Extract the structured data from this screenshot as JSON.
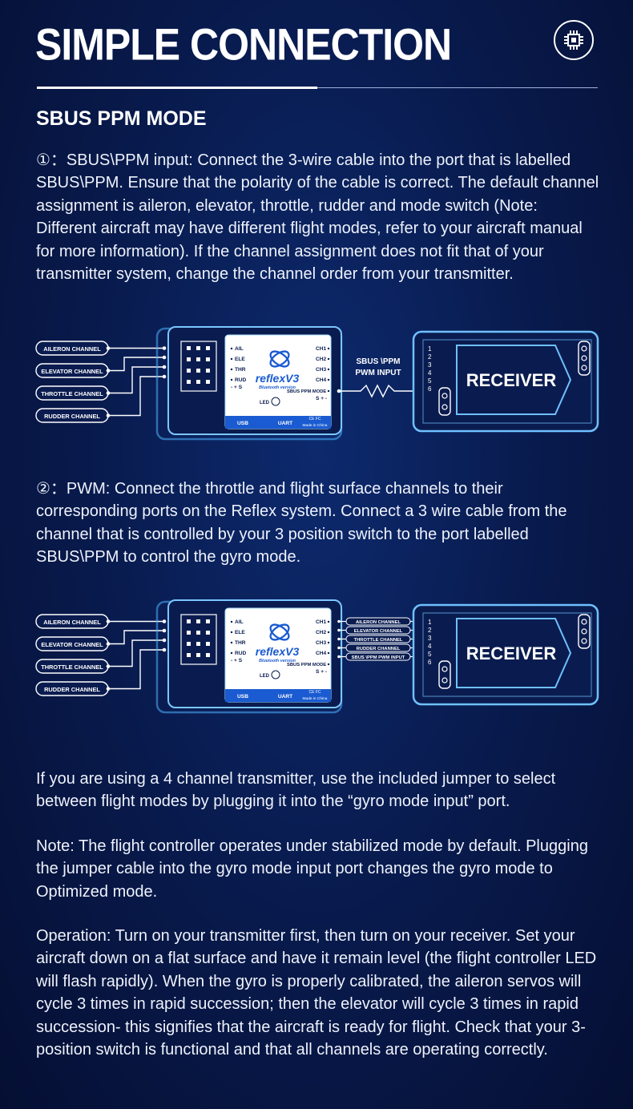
{
  "header": {
    "title": "SIMPLE CONNECTION",
    "badge_icon": "chip-icon"
  },
  "section": {
    "title": "SBUS PPM MODE"
  },
  "paragraphs": {
    "p1": "①：SBUS\\PPM input: Connect the 3-wire cable into the port that is labelled SBUS\\PPM. Ensure that the polarity of the cable is correct. The default channel assignment is aileron, elevator, throttle, rudder and mode switch (Note: Different aircraft may have different flight modes, refer to your aircraft manual for more information). If the channel assignment does not fit that of your  transmitter system, change the channel order from your transmitter.",
    "p2": "②：PWM: Connect the throttle and flight surface channels to their corresponding ports on the Reflex system. Connect a 3 wire cable from the channel that is controlled by your 3 position switch to the port labelled SBUS\\PPM to control the gyro mode.",
    "p3": "If you are using a 4 channel transmitter, use the included jumper to select between flight modes by plugging it into the “gyro mode input” port.",
    "p4": "Note: The flight controller operates under stabilized mode by default. Plugging the jumper cable into the gyro mode input port changes the gyro mode to Optimized mode.",
    "p5": "Operation: Turn on your transmitter first, then turn on your receiver. Set your aircraft down on a flat surface and have it remain level (the flight controller LED will flash rapidly). When the gyro is properly calibrated, the aileron servos will cycle 3 times in rapid succession; then the elevator will cycle 3 times in rapid succession- this signifies that the aircraft is ready for flight. Check that your 3-position switch is functional and that all channels are operating correctly."
  },
  "device": {
    "brand": "reflexV3",
    "subtitle": "Bluetooth version",
    "left_ports": [
      "AIL",
      "ELE",
      "THR",
      "RUD"
    ],
    "polarity": "- + S",
    "right_ports": [
      "CH1",
      "CH2",
      "CH3",
      "CH4"
    ],
    "mode_port": "SBUS PPM MODE",
    "mode_polarity": "S + -",
    "led": "LED",
    "usb": "USB",
    "uart": "UART",
    "made": "Made in China",
    "cert": "CE FC"
  },
  "tx_channels": [
    "AILERON CHANNEL",
    "ELEVATOR CHANNEL",
    "THROTTLE CHANNEL",
    "RUDDER CHANNEL"
  ],
  "receiver": {
    "label": "RECEIVER",
    "channels": [
      "1",
      "2",
      "3",
      "4",
      "5",
      "6"
    ]
  },
  "diagram1": {
    "cable_label_1": "SBUS \\PPM",
    "cable_label_2": "PWM INPUT"
  },
  "diagram2": {
    "output_labels": [
      "AILERON CHANNEL",
      "ELEVATOR CHANNEL",
      "THROTTLE CHANNEL",
      "RUDDER CHANNEL",
      "SBUS \\PPM PWM INPUT"
    ]
  },
  "colors": {
    "glow": "#4fb0ff",
    "line": "#ffffff",
    "panel": "#0a1c4f"
  }
}
